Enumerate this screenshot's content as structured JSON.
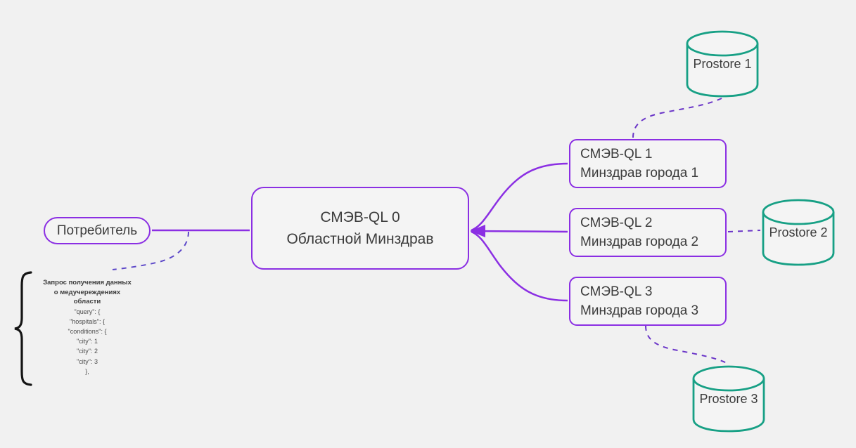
{
  "diagram": {
    "background_color": "#f1f1f1",
    "node_border_color": "#8b2fe3",
    "db_border_color": "#17a085",
    "dashed_edge_color": "#6a35c8",
    "text_color": "#3c3c3c"
  },
  "consumer": {
    "label": "Потребитель"
  },
  "central": {
    "line1": "СМЭВ-QL 0",
    "line2": "Областной Минздрав"
  },
  "cities": [
    {
      "line1": "СМЭВ-QL 1",
      "line2": "Минздрав города 1"
    },
    {
      "line1": "СМЭВ-QL 2",
      "line2": "Минздрав города 2"
    },
    {
      "line1": "СМЭВ-QL 3",
      "line2": "Минздрав города 3"
    }
  ],
  "databases": [
    {
      "label": "Prostore 1"
    },
    {
      "label": "Prostore 2"
    },
    {
      "label": "Prostore 3"
    }
  ],
  "annotation": {
    "title_line1": "Запрос получения данных",
    "title_line2": "о медучереждениях",
    "title_line3": "области",
    "json_line1": "\"query\": {",
    "json_line2": "\"hospitals\": {",
    "json_line3": "\"conditions\": {",
    "json_line4": "\"city\": 1",
    "json_line5": "\"city\": 2",
    "json_line6": "\"city\": 3",
    "json_line7": "},"
  }
}
